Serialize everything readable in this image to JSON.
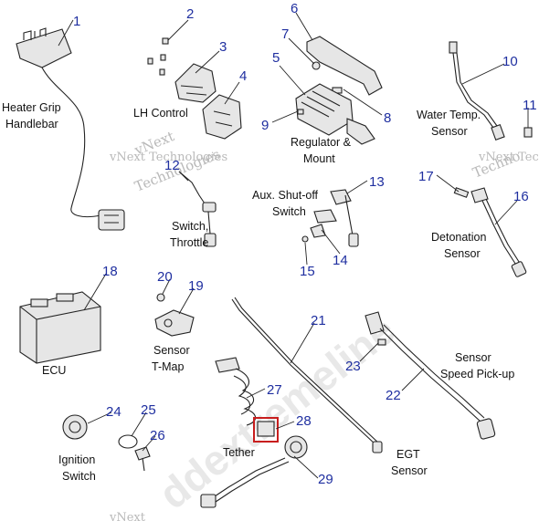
{
  "callouts": [
    "1",
    "2",
    "3",
    "4",
    "5",
    "6",
    "7",
    "8",
    "9",
    "10",
    "11",
    "12",
    "13",
    "14",
    "15",
    "16",
    "17",
    "18",
    "19",
    "20",
    "21",
    "22",
    "23",
    "24",
    "25",
    "26",
    "27",
    "28",
    "29"
  ],
  "labels": {
    "heater_grip": [
      "Heater Grip",
      "Handlebar"
    ],
    "lh_control": "LH Control",
    "regulator": [
      "Regulator &",
      "Mount"
    ],
    "water_temp": [
      "Water Temp.",
      "Sensor"
    ],
    "switch_throttle": [
      "Switch,",
      "Throttle"
    ],
    "aux_shutoff": [
      "Aux. Shut-off",
      "Switch"
    ],
    "detonation": [
      "Detonation",
      "Sensor"
    ],
    "ecu": "ECU",
    "sensor_tmap": [
      "Sensor",
      "T-Map"
    ],
    "sensor_speed": [
      "Sensor",
      "Speed Pick-up"
    ],
    "tether": "Tether",
    "egt": [
      "EGT",
      "Sensor"
    ],
    "ignition": [
      "Ignition",
      "Switch"
    ]
  },
  "watermarks": [
    "vNext",
    "Technologies",
    "vNext Technologies",
    "Techno",
    "vNext Tech",
    "vNext",
    "ddextremeline"
  ],
  "colors": {
    "callout": "#1f2fa0",
    "highlight": "#c81e1e",
    "line": "#222222"
  }
}
